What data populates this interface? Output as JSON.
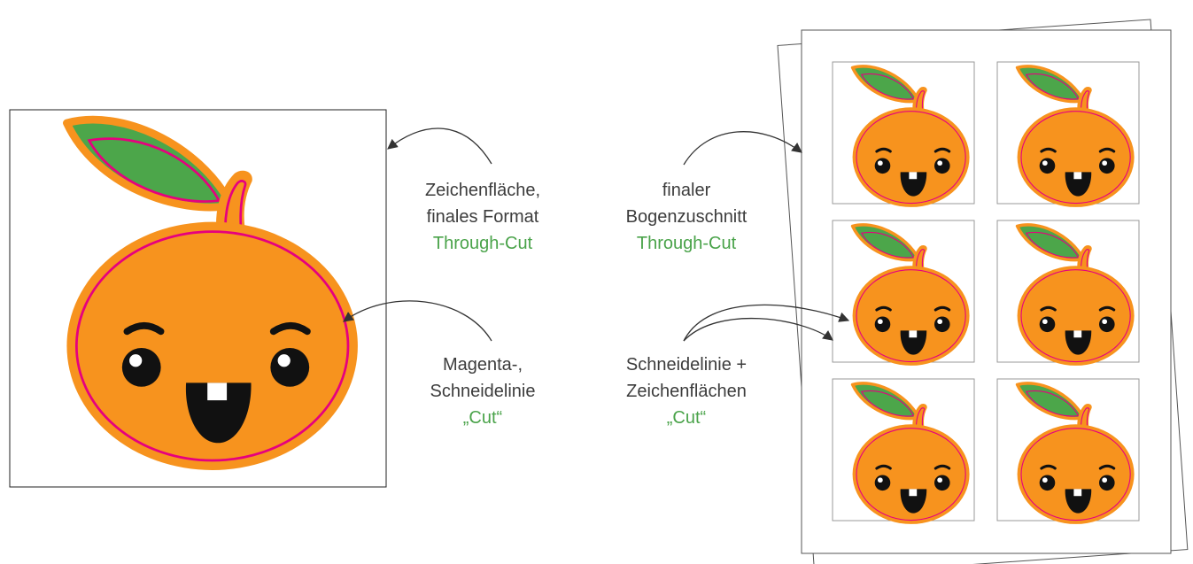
{
  "labels": {
    "artboard": {
      "line1": "Zeichenfläche,",
      "line2": "finales Format",
      "cut_type": "Through-Cut"
    },
    "magenta": {
      "line1": "Magenta-,",
      "line2": "Schneidelinie",
      "cut_type": "„Cut“"
    },
    "sheet": {
      "line1": "finaler",
      "line2": "Bogenzuschnitt",
      "cut_type": "Through-Cut"
    },
    "cutline_artboards": {
      "line1": "Schneidelinie +",
      "line2": "Zeichenflächen",
      "cut_type": "„Cut“"
    }
  },
  "colors": {
    "orange": "#f7931e",
    "leaf": "#4ca64a",
    "cut_line": "#e6007e",
    "label_text": "#3c3c3c",
    "accent_text": "#4aa34a",
    "arrow": "#333333",
    "face": "#111111"
  }
}
